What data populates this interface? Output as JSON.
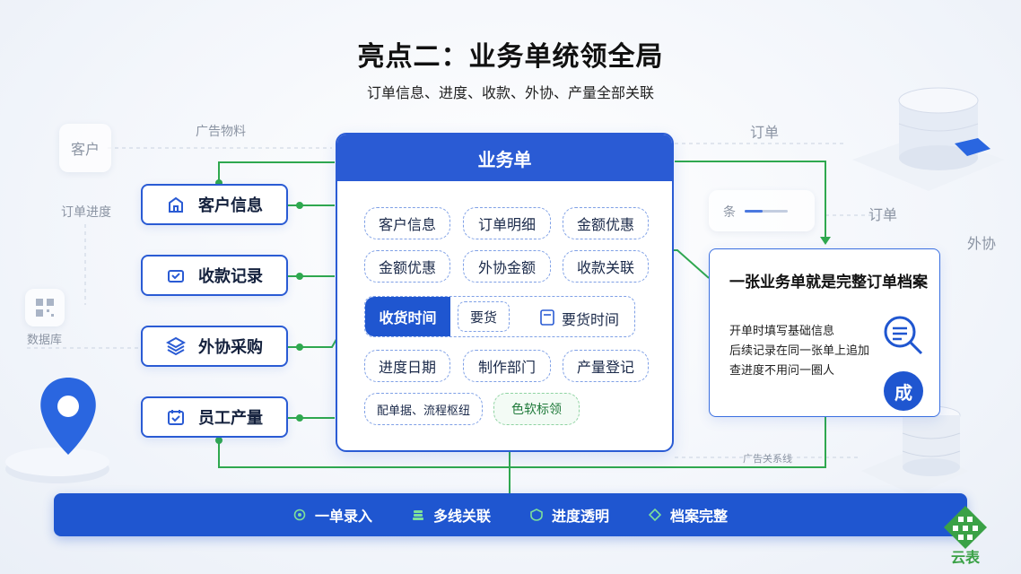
{
  "title": "亮点二：业务单统领全局",
  "subtitle": "订单信息、进度、收款、外协、产量全部关联",
  "background_labels": {
    "guanggao_wuliao": "广告物料",
    "kehu": "客户",
    "dingdan_jindu": "订单进度",
    "shujuku": "数据库",
    "dingdan_top": "订单",
    "dingdan_mid": "订单",
    "waixie": "外协",
    "tiao": "条",
    "guanggao_guanxi": "广告关系线"
  },
  "left_items": [
    {
      "label": "客户信息",
      "icon": "building-icon"
    },
    {
      "label": "收款记录",
      "icon": "wallet-icon"
    },
    {
      "label": "外协采购",
      "icon": "layers-icon"
    },
    {
      "label": "员工产量",
      "icon": "calendar-check-icon"
    }
  ],
  "panel": {
    "title": "业务单",
    "chips": {
      "r1c1": "客户信息",
      "r1c2": "订单明细",
      "r1c3": "金额优惠",
      "r2c1": "金额优惠",
      "r2c2": "外协金额",
      "r2c3": "收款关联",
      "r3_active": "收货时间",
      "r3_mid": "要货",
      "r3_right": "要货时间",
      "r4c1": "进度日期",
      "r4c2": "制作部门",
      "r4c3": "产量登记",
      "r5c1": "配单据、流程枢纽",
      "r5c2": "色软标领"
    }
  },
  "info_card": {
    "title": "一张业务单就是完整订单档案",
    "lines": [
      "开单时填写基础信息",
      "后续记录在同一张单上追加",
      "查进度不用问一圈人"
    ],
    "badge": "成",
    "icon": "search-doc-icon"
  },
  "bottom_bar": [
    {
      "label": "一单录入",
      "icon": "check-circle-icon"
    },
    {
      "label": "多线关联",
      "icon": "stack-icon"
    },
    {
      "label": "进度透明",
      "icon": "shield-icon"
    },
    {
      "label": "档案完整",
      "icon": "diamond-icon"
    }
  ],
  "logo_text": "云表",
  "colors": {
    "primary": "#1f56d0",
    "line_green": "#2fa84f",
    "chip_border": "#7fa0e6"
  }
}
